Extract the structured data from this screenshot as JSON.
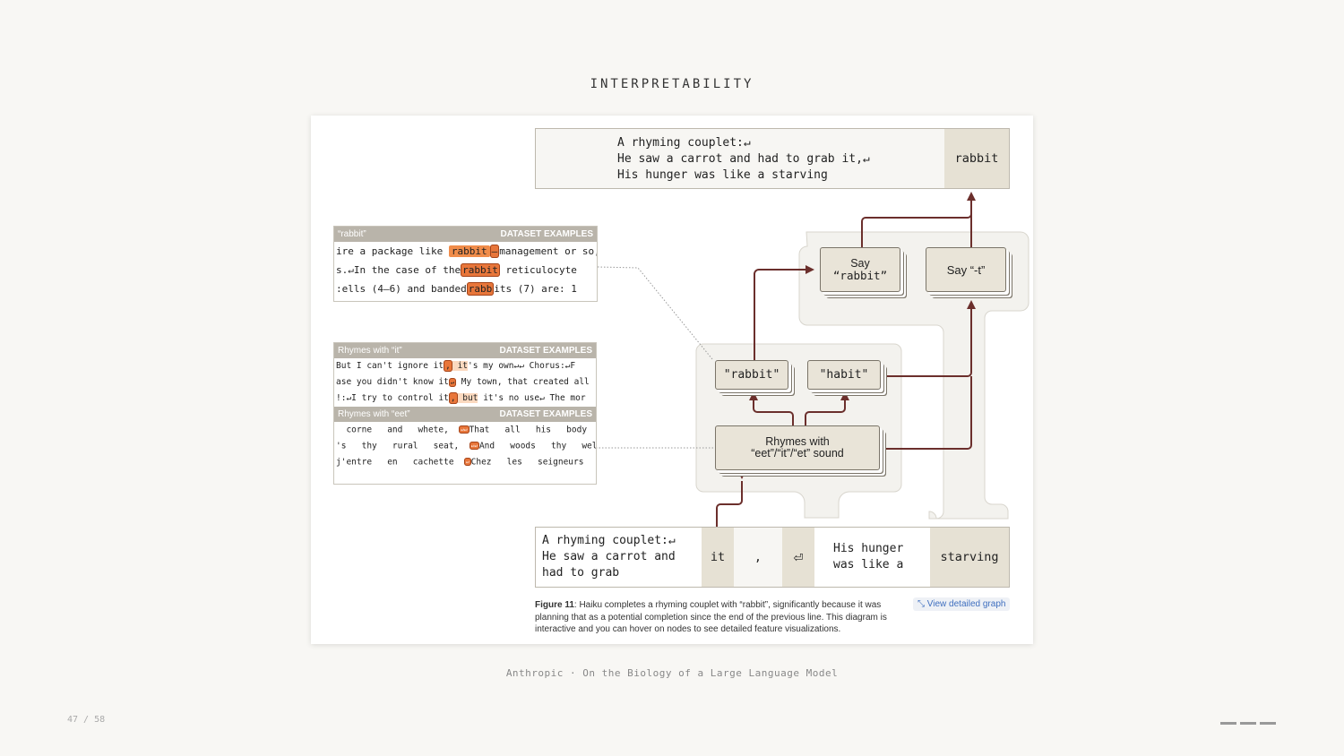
{
  "slide": {
    "title": "INTERPRETABILITY",
    "footer": "Anthropic · On the Biology of a Large Language Model",
    "page": "47 / 58"
  },
  "output": {
    "context_lines": [
      "A rhyming couplet:↵",
      "He saw a carrot and had to grab it,↵",
      "His hunger was like a starving"
    ],
    "token": "rabbit"
  },
  "input": {
    "context_lines": [
      "A rhyming couplet:↵",
      "He saw a carrot and",
      "had to grab"
    ],
    "tokens": [
      "it",
      ",",
      "⏎"
    ],
    "tail_lines": [
      "His hunger",
      "was like a"
    ],
    "final_token": "starving"
  },
  "nodes": {
    "say_rabbit": [
      "Say",
      "“rabbit”"
    ],
    "say_t": "Say “-t”",
    "rabbit": "\"rabbit\"",
    "habit": "\"habit\"",
    "rhymes": [
      "Rhymes with",
      "“eet”/“it”/“et” sound"
    ]
  },
  "panels": {
    "rabbit": {
      "title": "“rabbit”",
      "tag": "DATASET EXAMPLES",
      "rows": [
        {
          "pre": "ire a package like ",
          "hl": "rabbit",
          "mark": "–",
          "post": "management or so,"
        },
        {
          "pre": "s.↵In the case of the",
          "hl": "rabbit",
          "mark": "",
          "post": " reticulocyte"
        },
        {
          "pre": ":ells (4–6) and banded",
          "hl": "rabb",
          "mark": "",
          "post": "its (7) are: 1"
        }
      ]
    },
    "it": {
      "title": "Rhymes with “it”",
      "tag": "DATASET EXAMPLES",
      "rows": [
        {
          "pre": " But I can't ignore it",
          "hl": ",",
          "mid": " it",
          "post": "'s my own↵↵ Chorus:↵F"
        },
        {
          "pre": "ase you didn't know it",
          "hl": "↵",
          "mid": "",
          "post": " My town, that created all"
        },
        {
          "pre": "!:↵I try to control it",
          "hl": ",",
          "mid": " but",
          "post": " it's no use↵ The mor"
        }
      ]
    },
    "eet": {
      "title": "Rhymes with “eet”",
      "tag": "DATASET EXAMPLES",
      "rows": [
        {
          "pre": "  corne   and   whete,  ",
          "hl": "↵↵",
          "post": "That   all   his   body   wa"
        },
        {
          "pre": "'s   thy   rural   seat,  ",
          "hl": "↵↵",
          "post": "And   woods   thy   welcome"
        },
        {
          "pre": "j'entre   en   cachette  ",
          "hl": "↵",
          "post": "Chez   les   seigneurs   ma"
        }
      ]
    }
  },
  "caption": {
    "label": "Figure 11",
    "text": ": Haiku completes a rhyming couplet with “rabbit”, significantly because it was planning that as a potential completion since the end of the previous line.  This diagram is interactive and you can hover on nodes to see detailed feature visualizations.",
    "link": "View detailed graph",
    "link_icon": "⤡"
  },
  "colors": {
    "edge": "#6b2f2c",
    "node_fill": "#e9e4d8",
    "highlight": "#e8763a",
    "background": "#f8f7f4"
  },
  "icons": [
    "return-icon",
    "expand-icon"
  ]
}
